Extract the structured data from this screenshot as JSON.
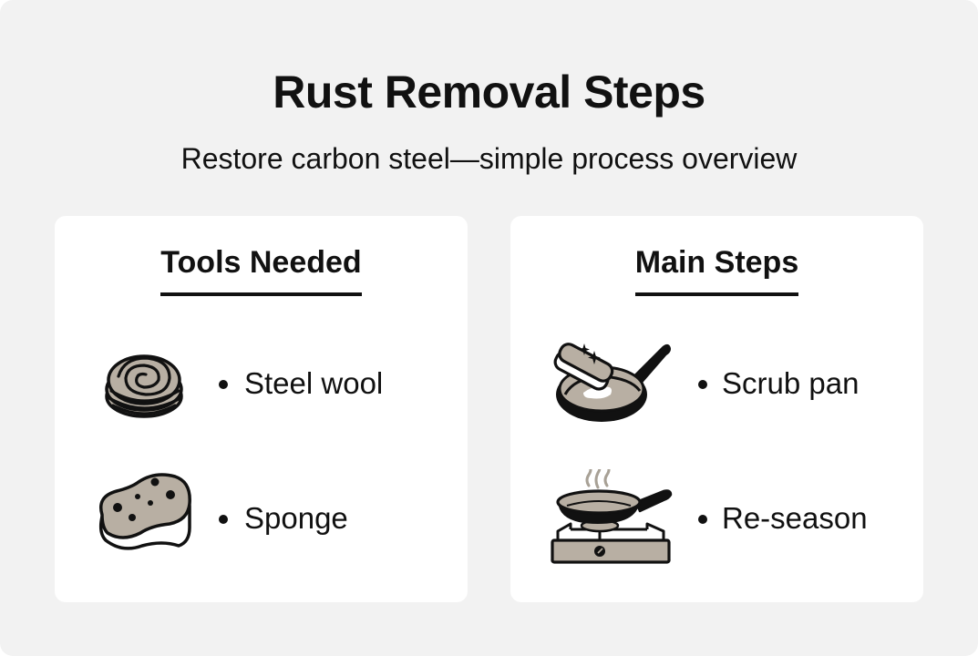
{
  "header": {
    "title": "Rust Removal Steps",
    "subtitle": "Restore carbon steel—simple process overview"
  },
  "colors": {
    "background": "#f2f2f2",
    "card": "#ffffff",
    "text": "#111111",
    "icon_fill": "#b8afa3",
    "icon_stroke": "#111111"
  },
  "cards": [
    {
      "heading": "Tools Needed",
      "items": [
        {
          "label": "Steel wool",
          "icon": "steel-wool-icon"
        },
        {
          "label": "Sponge",
          "icon": "sponge-icon"
        }
      ]
    },
    {
      "heading": "Main Steps",
      "items": [
        {
          "label": "Scrub pan",
          "icon": "scrub-pan-icon"
        },
        {
          "label": "Re-season",
          "icon": "pan-on-stove-icon"
        }
      ]
    }
  ]
}
